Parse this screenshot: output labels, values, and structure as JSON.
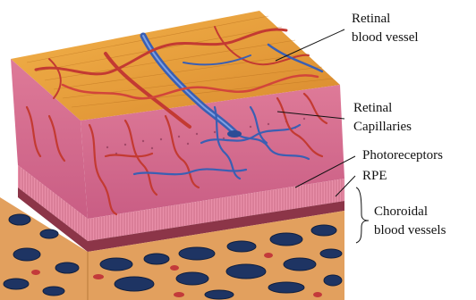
{
  "labels": {
    "retinal_blood_vessel": [
      "Retinal",
      "blood vessel"
    ],
    "retinal_capillaries": [
      "Retinal",
      "Capillaries"
    ],
    "photoreceptors": "Photoreceptors",
    "rpe": "RPE",
    "choroidal_blood_vessels": [
      "Choroidal",
      "blood vessels"
    ]
  },
  "colors": {
    "retina_surface": "#e7a03a",
    "retina_side": "#d9678c",
    "photoreceptor_band": "#e58aa4",
    "rpe_band": "#8c3548",
    "choroid": "#e2a05e",
    "artery": "#cc3a32",
    "vein": "#4f76c8",
    "choroidal_vessel": "#1e3463"
  }
}
